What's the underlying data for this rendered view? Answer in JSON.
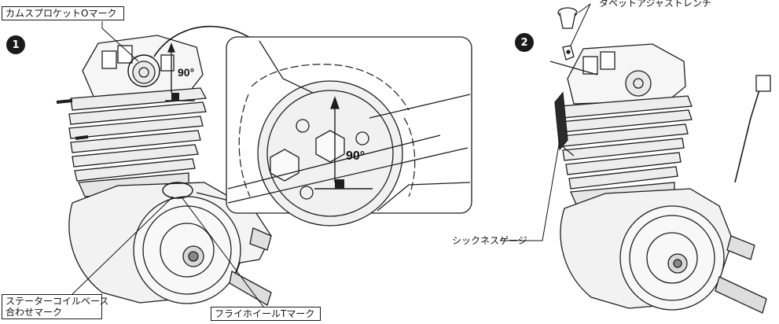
{
  "steps": [
    {
      "badge": "1"
    },
    {
      "badge": "2"
    }
  ],
  "labels": {
    "cam_sprocket_o_mark": "カムスプロケットOマーク",
    "tappet_adjust_wrench": "タペットアジャストレンチ",
    "thickness_gauge": "シックネスゲージ",
    "stator_coil_base_line1": "ステーターコイルベース",
    "stator_coil_base_line2": "合わせマーク",
    "flywheel_t_mark": "フライホイールTマーク"
  },
  "angles": {
    "engine_view": "90°",
    "detail_view": "90°"
  }
}
